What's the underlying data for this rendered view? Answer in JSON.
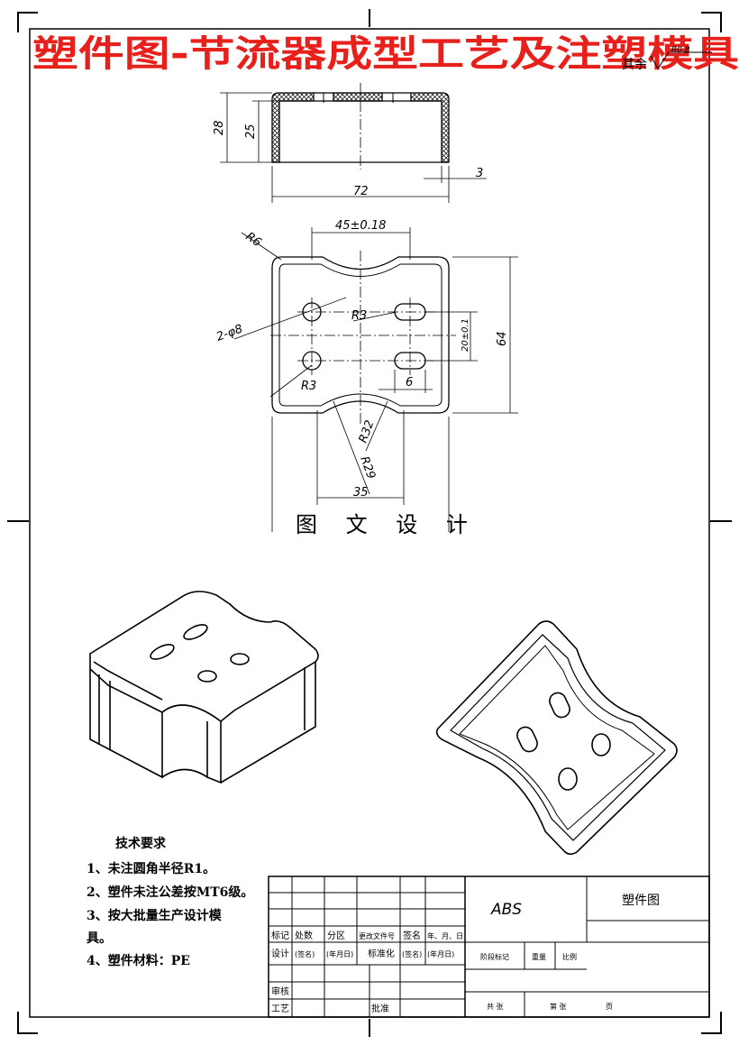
{
  "title": "塑件图-节流器成型工艺及注塑模具",
  "roughness_note": "其余",
  "roughness_value": "R0.8",
  "watermark": "图 文 设 计",
  "dimensions": {
    "height_outer": "28",
    "height_inner": "25",
    "wall": "3",
    "width": "72",
    "corner_radius": "R6",
    "top_span": "45±0.18",
    "holes": "2-φ8",
    "slot_radius_1": "R3",
    "slot_radius_2": "R3",
    "slot_length": "6",
    "slot_pitch": "20±0.1",
    "length": "64",
    "arc_r32": "R32",
    "arc_r29": "R29",
    "bottom_span": "35"
  },
  "tech_requirements": {
    "heading": "技术要求",
    "items": [
      "1、未注圆角半径R1。",
      "2、塑件未注公差按MT6级。",
      "3、按大批量生产设计模",
      "具。",
      "4、塑件材料：PE"
    ]
  },
  "title_block": {
    "material": "ABS",
    "part_name": "塑件图",
    "row_headers": [
      "标记",
      "处数",
      "分区",
      "更改文件号",
      "签名",
      "年、月、日"
    ],
    "row_design": [
      "设计",
      "(签名)",
      "(年月日)",
      "标准化",
      "(签名)",
      "(年月日)"
    ],
    "stage_labels": [
      "阶段标记",
      "重量",
      "比例"
    ],
    "review": "审核",
    "process": "工艺",
    "approve": "批准",
    "sheets": "共 张",
    "sheet_no": "第 张",
    "page": "页"
  }
}
